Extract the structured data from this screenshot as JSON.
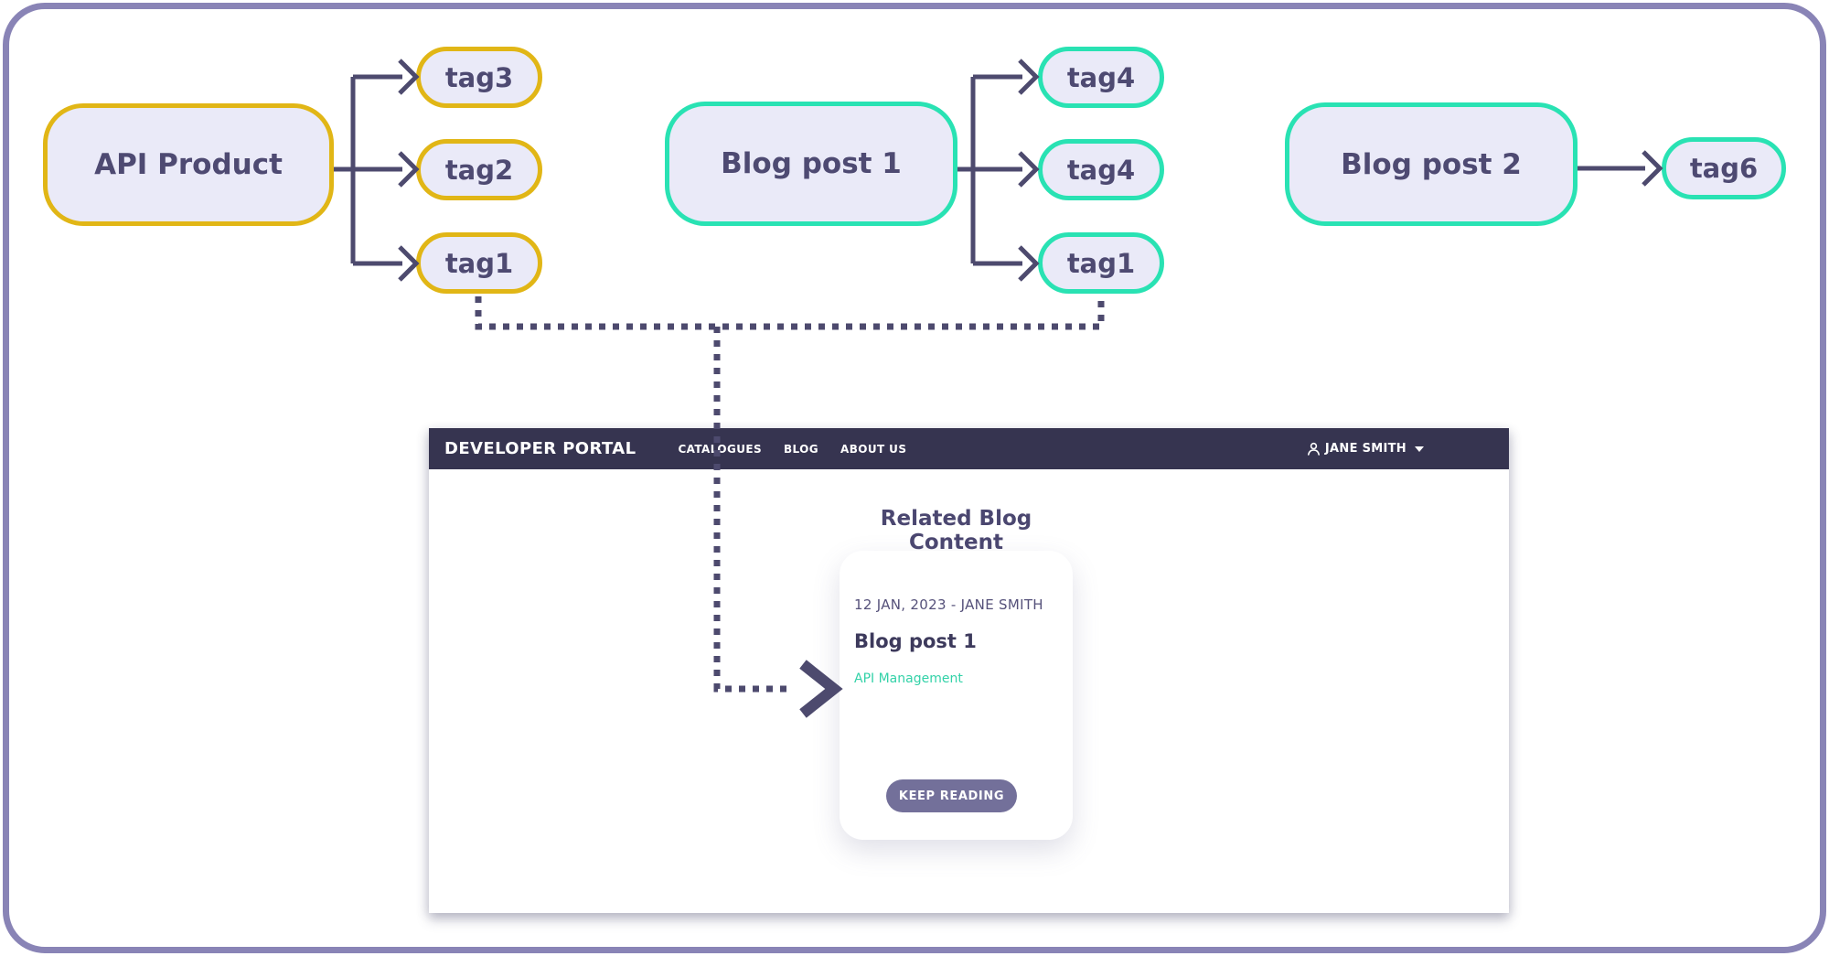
{
  "diagram": {
    "api_product": {
      "label": "API Product"
    },
    "api_tags": [
      {
        "label": "tag3"
      },
      {
        "label": "tag2"
      },
      {
        "label": "tag1"
      }
    ],
    "blog_post_1": {
      "label": "Blog post 1"
    },
    "blog1_tags": [
      {
        "label": "tag4"
      },
      {
        "label": "tag4"
      },
      {
        "label": "tag1"
      }
    ],
    "blog_post_2": {
      "label": "Blog post 2"
    },
    "blog2_tags": [
      {
        "label": "tag6"
      }
    ]
  },
  "portal": {
    "brand": "DEVELOPER PORTAL",
    "nav": [
      {
        "label": "CATALOGUES"
      },
      {
        "label": "BLOG"
      },
      {
        "label": "ABOUT US"
      }
    ],
    "user": {
      "name": "JANE SMITH"
    },
    "section_title": "Related Blog Content",
    "card": {
      "meta": "12 JAN, 2023 - JANE SMITH",
      "title": "Blog post 1",
      "tag_link": "API Management",
      "button_label": "KEEP READING"
    }
  },
  "colors": {
    "frame_border": "#8984b6",
    "node_fill": "#eaeaf8",
    "node_text": "#4e4a72",
    "accent_yellow": "#e1b616",
    "accent_teal": "#29e2b3",
    "connector": "#4d4a6e",
    "header_bg": "#363450",
    "header_text": "#ffffff",
    "section_title_text": "#4b4770",
    "card_meta_text": "#55517a",
    "card_title_text": "#3d3a5c",
    "tag_link_text": "#33d2a8",
    "button_bg": "#73709a",
    "button_text": "#ffffff"
  }
}
